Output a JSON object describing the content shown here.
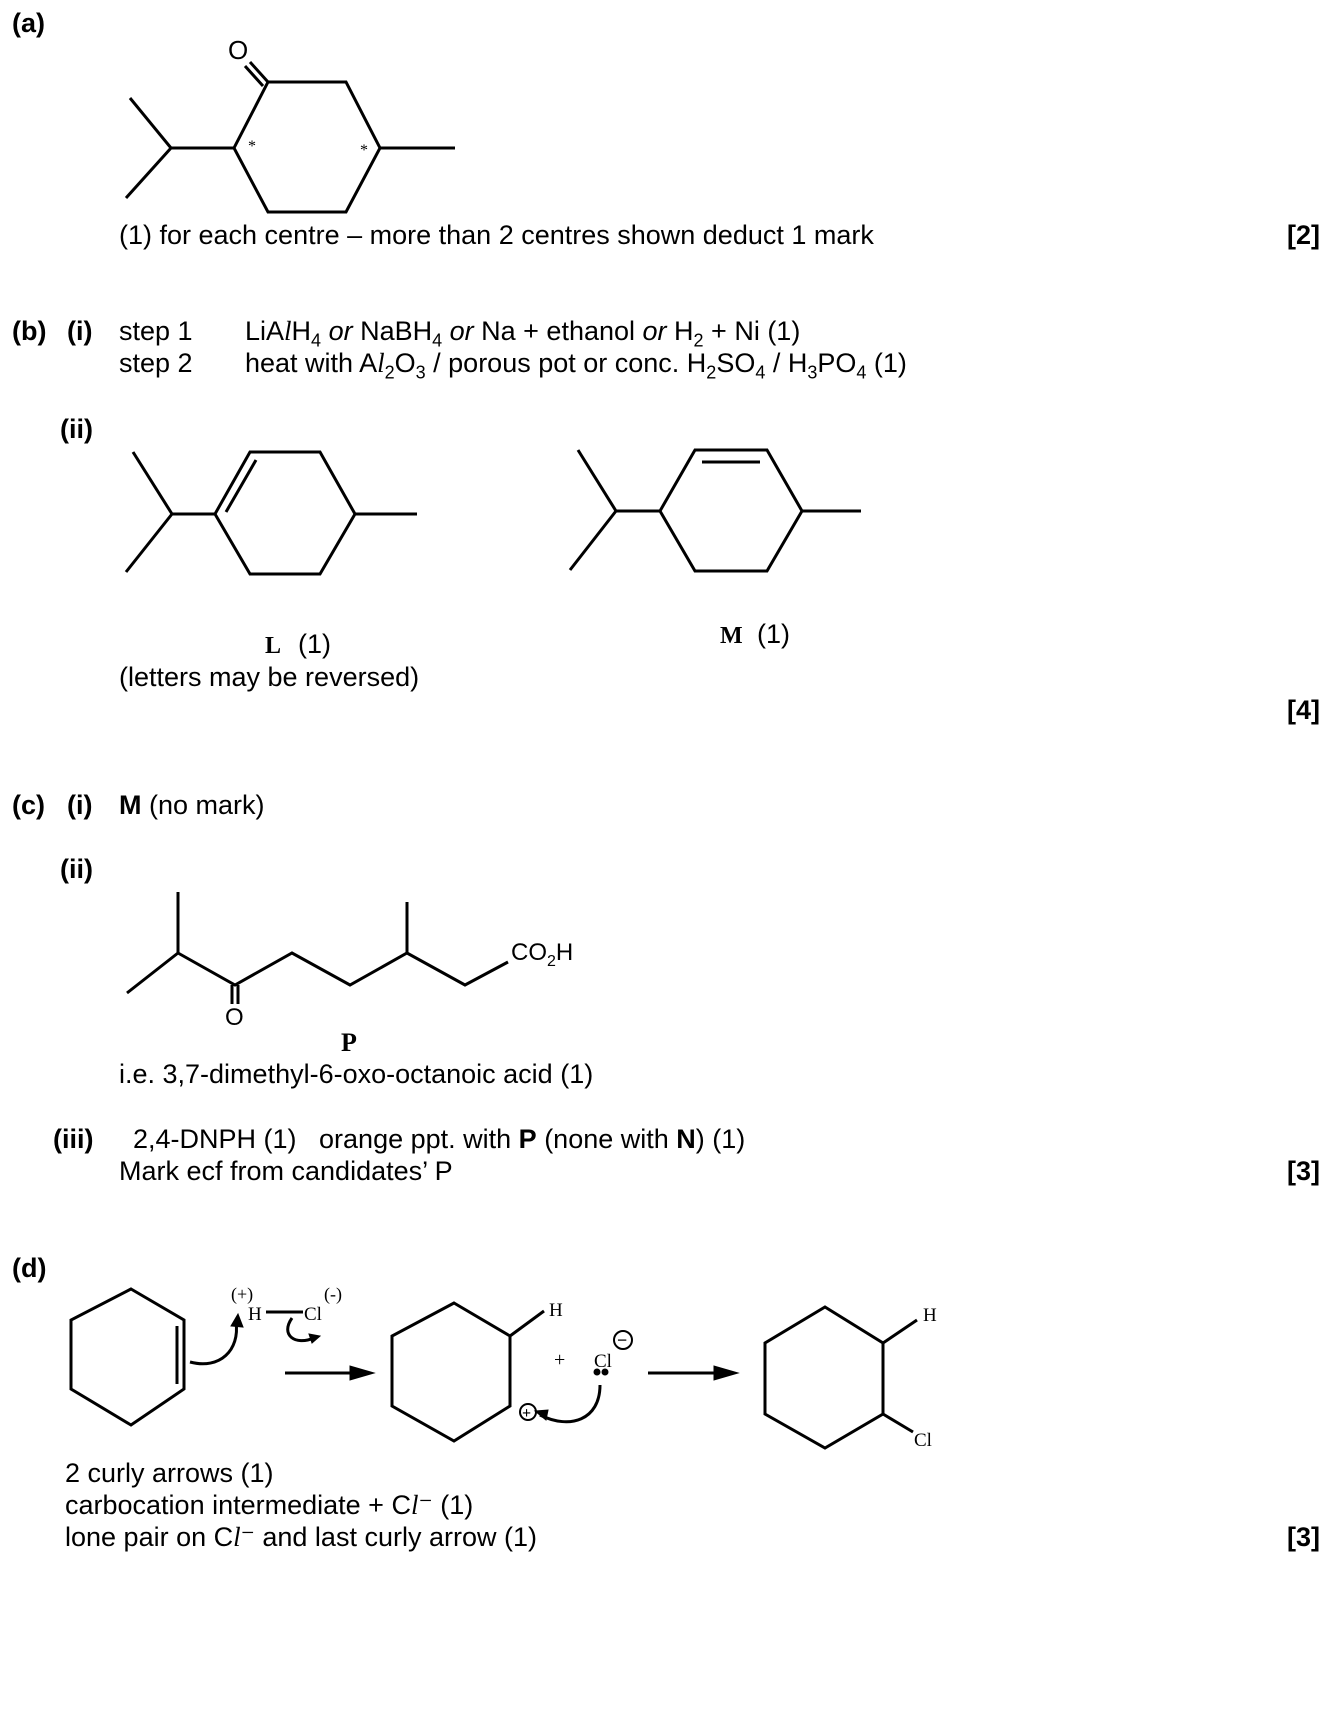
{
  "a": {
    "label": "(a)",
    "o_atom": "O",
    "star": "*",
    "note": "(1) for each centre – more than 2 centres shown deduct 1 mark",
    "marks": "[2]"
  },
  "b": {
    "label": "(b)",
    "i_label": "(i)",
    "step1_label": "step 1",
    "step2_label": "step 2",
    "step1_parts": [
      "LiA",
      "l",
      "H",
      "4",
      " or ",
      "NaBH",
      "4",
      " or ",
      "Na + ethanol",
      " or ",
      "H",
      "2",
      " + Ni (1)"
    ],
    "step2_parts": [
      "heat with A",
      "l",
      "2",
      "O",
      "3",
      " / porous pot or conc. H",
      "2",
      "SO",
      "4",
      " / H",
      "3",
      "PO",
      "4",
      " (1)"
    ],
    "ii_label": "(ii)",
    "L_label": "L",
    "L_mark": "(1)",
    "M_label": "M",
    "M_mark": "(1)",
    "reversed_note": "(letters may be reversed)",
    "marks": "[4]"
  },
  "c": {
    "label": "(c)",
    "i_label": "(i)",
    "i_answer_bold": "M",
    "i_answer_rest": " (no mark)",
    "ii_label": "(ii)",
    "co2h_parts": [
      "CO",
      "2",
      "H"
    ],
    "o_atom": "O",
    "P_label": "P",
    "name_text": "i.e. 3,7-dimethyl-6-oxo-octanoic acid (1)",
    "iii_label": "(iii)",
    "iii_parts": [
      "2,4-DNPH (1)   orange ppt. with ",
      "P",
      " (none with ",
      "N",
      ") (1)"
    ],
    "iii_line2": "Mark ecf from candidates’ P",
    "marks": "[3]"
  },
  "d": {
    "label": "(d)",
    "plus_charge": "(+)",
    "minus_charge": "(-)",
    "h_atom": "H",
    "cl_atom": "Cl",
    "plus_sign": "+",
    "cation_symbol": "+",
    "anion_symbol": "−",
    "h_product": "H",
    "cl_product": "Cl",
    "note1": "2 curly arrows (1)",
    "note2_parts": [
      "carbocation intermediate + C",
      "l",
      "⁻ (1)"
    ],
    "note3_parts": [
      "lone pair on C",
      "l",
      "⁻ and last curly arrow (1)"
    ],
    "marks": "[3]"
  }
}
